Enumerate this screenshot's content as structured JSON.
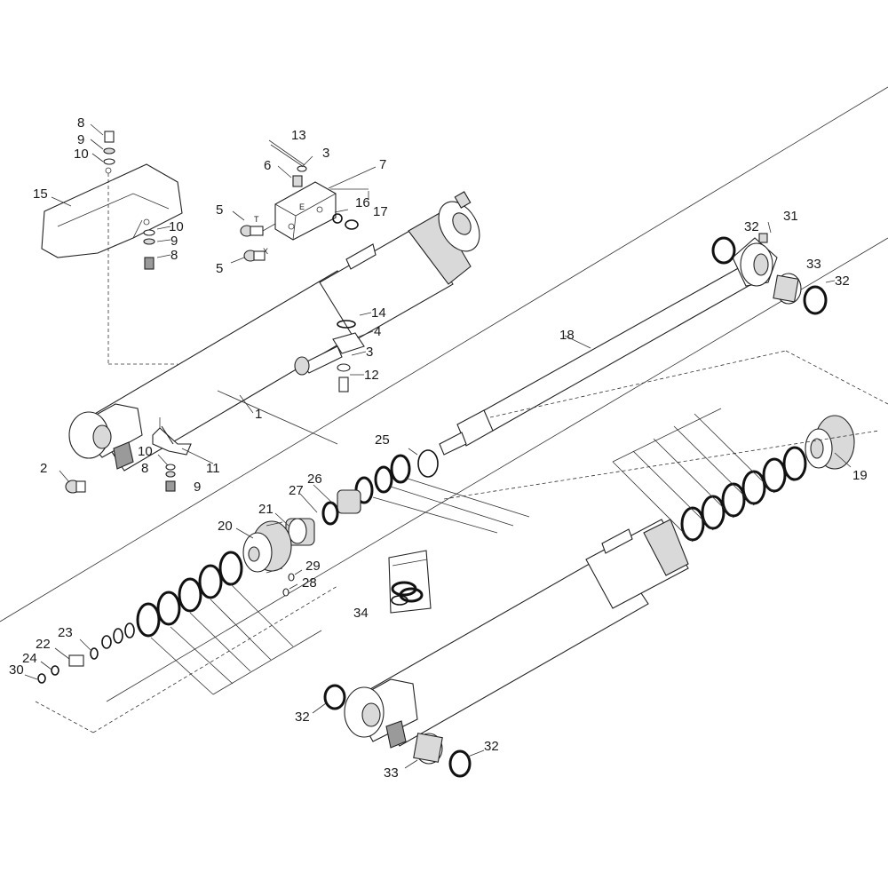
{
  "callouts": {
    "c1": "1",
    "c2": "2",
    "c3a": "3",
    "c3b": "3",
    "c4": "4",
    "c5a": "5",
    "c5b": "5",
    "c6": "6",
    "c7": "7",
    "c8a": "8",
    "c8b": "8",
    "c8c": "8",
    "c9a": "9",
    "c9b": "9",
    "c9c": "9",
    "c10a": "10",
    "c10b": "10",
    "c10c": "10",
    "c11": "11",
    "c12": "12",
    "c13": "13",
    "c14": "14",
    "c15": "15",
    "c16": "16",
    "c17": "17",
    "c18": "18",
    "c19": "19",
    "c20": "20",
    "c21": "21",
    "c22": "22",
    "c23": "23",
    "c24": "24",
    "c25": "25",
    "c26": "26",
    "c27": "27",
    "c28": "28",
    "c29": "29",
    "c30": "30",
    "c31": "31",
    "c32a": "32",
    "c32b": "32",
    "c32c": "32",
    "c32d": "32",
    "c33a": "33",
    "c33b": "33",
    "c34": "34"
  },
  "port_marks": {
    "t": "T",
    "x": "X",
    "e": "E"
  }
}
